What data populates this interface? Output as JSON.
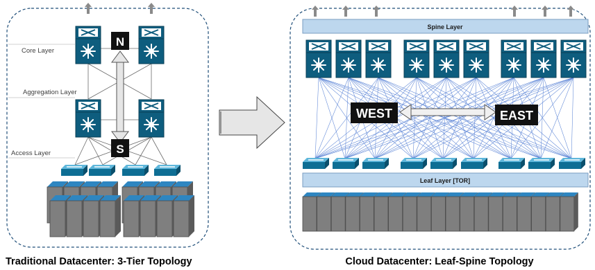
{
  "traditional": {
    "caption": "Traditional Datacenter: 3-Tier Topology",
    "layers": {
      "core": "Core Layer",
      "aggregation": "Aggregation Layer",
      "access": "Access Layer"
    },
    "north_label": "N",
    "south_label": "S"
  },
  "cloud": {
    "caption": "Cloud Datacenter: Leaf-Spine Topology",
    "spine_label": "Spine Layer",
    "leaf_label": "Leaf Layer [TOR]",
    "west_label": "WEST",
    "east_label": "EAST"
  },
  "icons": {
    "switch": "network-switch-icon",
    "router": "router-icon",
    "server": "server-rack-icon",
    "transition": "right-arrow-icon"
  },
  "colors": {
    "device_blue": "#0e5d7e",
    "link_blue": "#2f5fbf",
    "band_fill": "#bdd7ee",
    "server_gray": "#7f7f7f",
    "dashed_border": "#1f4e79"
  }
}
